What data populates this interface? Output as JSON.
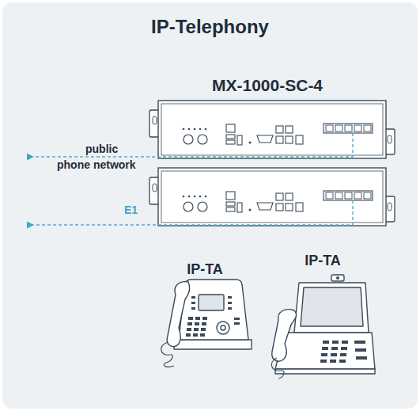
{
  "diagram": {
    "title": "IP-Telephony",
    "nodes": [
      {
        "text": [
          "MX-1000-SC-4"
        ]
      },
      {
        "text": [
          "IP-TA"
        ]
      },
      {
        "text": [
          "IP-TA"
        ]
      }
    ],
    "labels": [
      "public phone network",
      "E1"
    ]
  }
}
